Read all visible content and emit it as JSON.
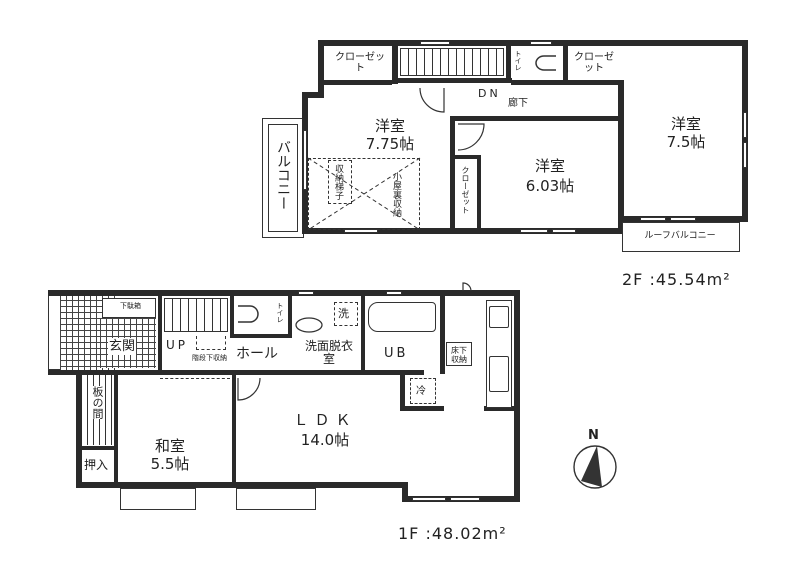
{
  "floor2": {
    "area_label": "2F :45.54m²",
    "rooms": {
      "western_room_a": {
        "name": "洋室",
        "size": "7.75帖"
      },
      "western_room_b": {
        "name": "洋室",
        "size": "6.03帖"
      },
      "western_room_c": {
        "name": "洋室",
        "size": "7.5帖"
      },
      "closet_1": "クローゼット",
      "closet_2": "クローゼット",
      "closet_3": "クローゼット",
      "toilet": "トイレ",
      "corridor": "廊下",
      "stairs_down": "DN",
      "balcony": "バルコニー",
      "roof_balcony": "ルーフバルコニー",
      "storage_ladder": "収納梯子",
      "attic_storage": "小屋裏収納"
    }
  },
  "floor1": {
    "area_label": "1F :48.02m²",
    "rooms": {
      "entrance": "玄関",
      "shoe_box": "下駄箱",
      "stairs_up": "UP",
      "under_stair_storage": "階段下収納",
      "hall": "ホール",
      "toilet": "トイレ",
      "washroom": "洗面脱衣室",
      "washer": "洗",
      "unit_bath": "UB",
      "underfloor_storage": "床下収納",
      "fridge": "冷",
      "ldk": {
        "name": "ＬＤＫ",
        "size": "14.0帖"
      },
      "japanese_room": {
        "name": "和室",
        "size": "5.5帖"
      },
      "wood_floor": "板の間",
      "closet": "押入"
    }
  },
  "compass": {
    "label": "N"
  }
}
